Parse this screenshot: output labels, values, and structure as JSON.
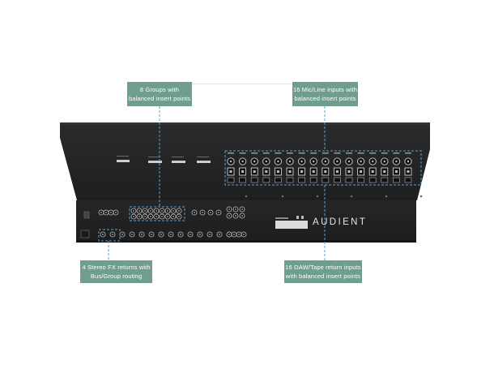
{
  "brand": "AUDIENT",
  "callouts": {
    "groups": {
      "line1": "8 Groups with",
      "line2": "balanced insert points"
    },
    "mic_line": {
      "line1": "16 Mic/Line inputs with",
      "line2": "balanced insert points"
    },
    "stereo_fx": {
      "line1": "4 Stereo FX returns with",
      "line2": "Bus/Group routing"
    },
    "daw": {
      "line1": "16 DAW/Tape return inputs",
      "line2": "with balanced insert points"
    }
  },
  "colors": {
    "callout_bg": "#6f9e8c",
    "console_body": "#2a2a2a",
    "console_top": "#1c1c1c",
    "highlight_dash": "#5aa0d6"
  }
}
